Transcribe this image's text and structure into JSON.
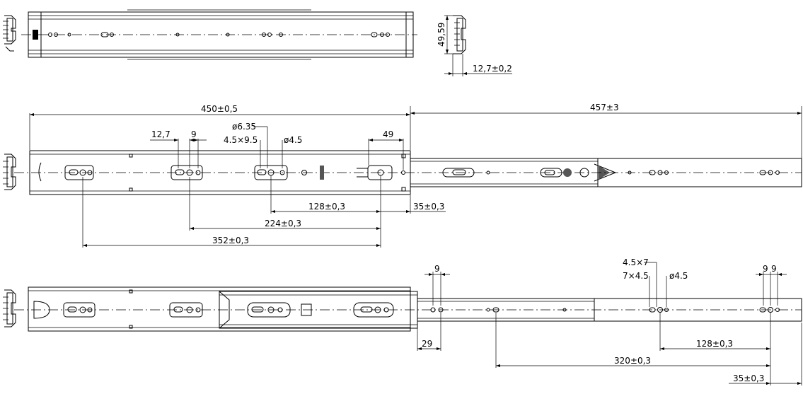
{
  "top_view": {
    "height_dim": "49,59",
    "thickness_dim": "12,7±0,2"
  },
  "closed_view": {
    "length_dim": "450±0,5",
    "extension_dim": "457±3",
    "slot_dim_12_7": "12,7",
    "slot_dim_9": "9",
    "dia_6_35": "ø6.35",
    "slot_4_5x9_5": "4.5×9.5",
    "dia_4_5": "ø4.5",
    "end_dim_49": "49",
    "spacing_128": "128±0,3",
    "end_offset_35": "35±0,3",
    "spacing_224": "224±0,3",
    "spacing_352": "352±0,3"
  },
  "extended_view": {
    "dim_9_left": "9",
    "slot_4_5x7": "4.5×7",
    "slot_7x4_5": "7×4.5",
    "dia_4_5": "ø4.5",
    "dim_9_9_a": "9",
    "dim_9_9_b": "9",
    "dim_29": "29",
    "spacing_128": "128±0,3",
    "spacing_320": "320±0,3",
    "end_offset_35": "35±0,3"
  }
}
